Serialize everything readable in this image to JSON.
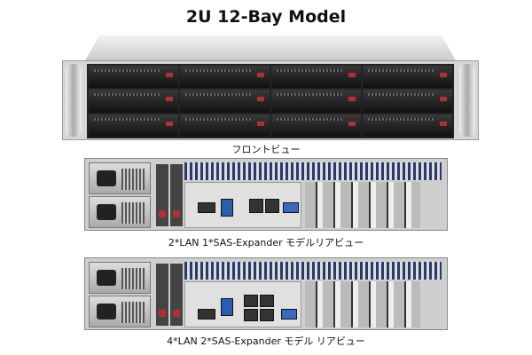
{
  "title": "2U 12-Bay Model",
  "captions": {
    "front": "フロントビュー",
    "rear1": "2*LAN 1*SAS-Expander モデルリアビュー",
    "rear2": "4*LAN 2*SAS-Expander モデル リアビュー"
  }
}
